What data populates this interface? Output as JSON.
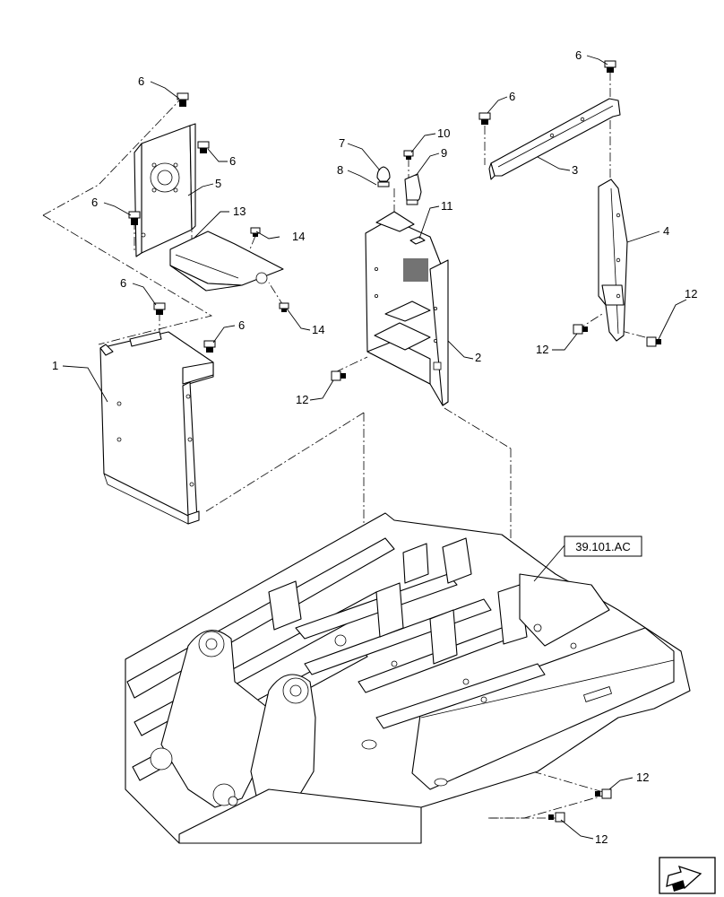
{
  "callouts": [
    {
      "id": "c-1",
      "text": "1"
    },
    {
      "id": "c-2",
      "text": "2"
    },
    {
      "id": "c-3",
      "text": "3"
    },
    {
      "id": "c-4",
      "text": "4"
    },
    {
      "id": "c-5",
      "text": "5"
    },
    {
      "id": "c-6a",
      "text": "6"
    },
    {
      "id": "c-6b",
      "text": "6"
    },
    {
      "id": "c-6c",
      "text": "6"
    },
    {
      "id": "c-6d",
      "text": "6"
    },
    {
      "id": "c-6e",
      "text": "6"
    },
    {
      "id": "c-6f",
      "text": "6"
    },
    {
      "id": "c-6g",
      "text": "6"
    },
    {
      "id": "c-7",
      "text": "7"
    },
    {
      "id": "c-8",
      "text": "8"
    },
    {
      "id": "c-9",
      "text": "9"
    },
    {
      "id": "c-10",
      "text": "10"
    },
    {
      "id": "c-11",
      "text": "11"
    },
    {
      "id": "c-12a",
      "text": "12"
    },
    {
      "id": "c-12b",
      "text": "12"
    },
    {
      "id": "c-12c",
      "text": "12"
    },
    {
      "id": "c-12d",
      "text": "12"
    },
    {
      "id": "c-12e",
      "text": "12"
    },
    {
      "id": "c-13",
      "text": "13"
    },
    {
      "id": "c-14a",
      "text": "14"
    },
    {
      "id": "c-14b",
      "text": "14"
    }
  ],
  "reference": {
    "label": "39.101.AC"
  },
  "nav_icon": {
    "name": "arrow-icon"
  }
}
